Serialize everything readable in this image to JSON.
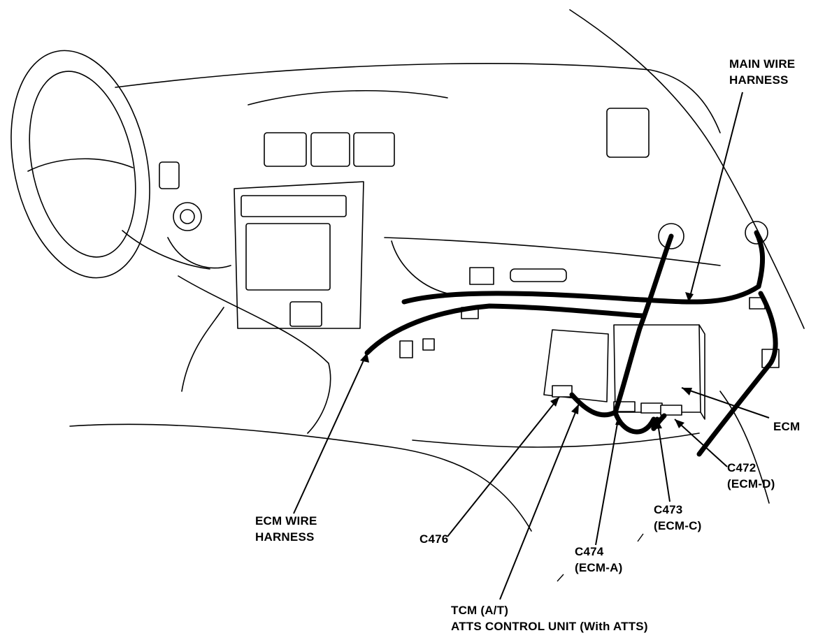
{
  "labels": {
    "main_wire_harness": [
      "MAIN WIRE",
      "HARNESS"
    ],
    "ecm_wire_harness": [
      "ECM WIRE",
      "HARNESS"
    ],
    "ecm": "ECM",
    "c472": [
      "C472",
      "(ECM-D)"
    ],
    "c473": [
      "C473",
      "(ECM-C)"
    ],
    "c474": [
      "C474",
      "(ECM-A)"
    ],
    "c476": "C476",
    "tcm": [
      "TCM (A/T)",
      "ATTS CONTROL UNIT (With ATTS)"
    ]
  },
  "colors": {
    "ink": "#000000",
    "paper": "#ffffff"
  }
}
